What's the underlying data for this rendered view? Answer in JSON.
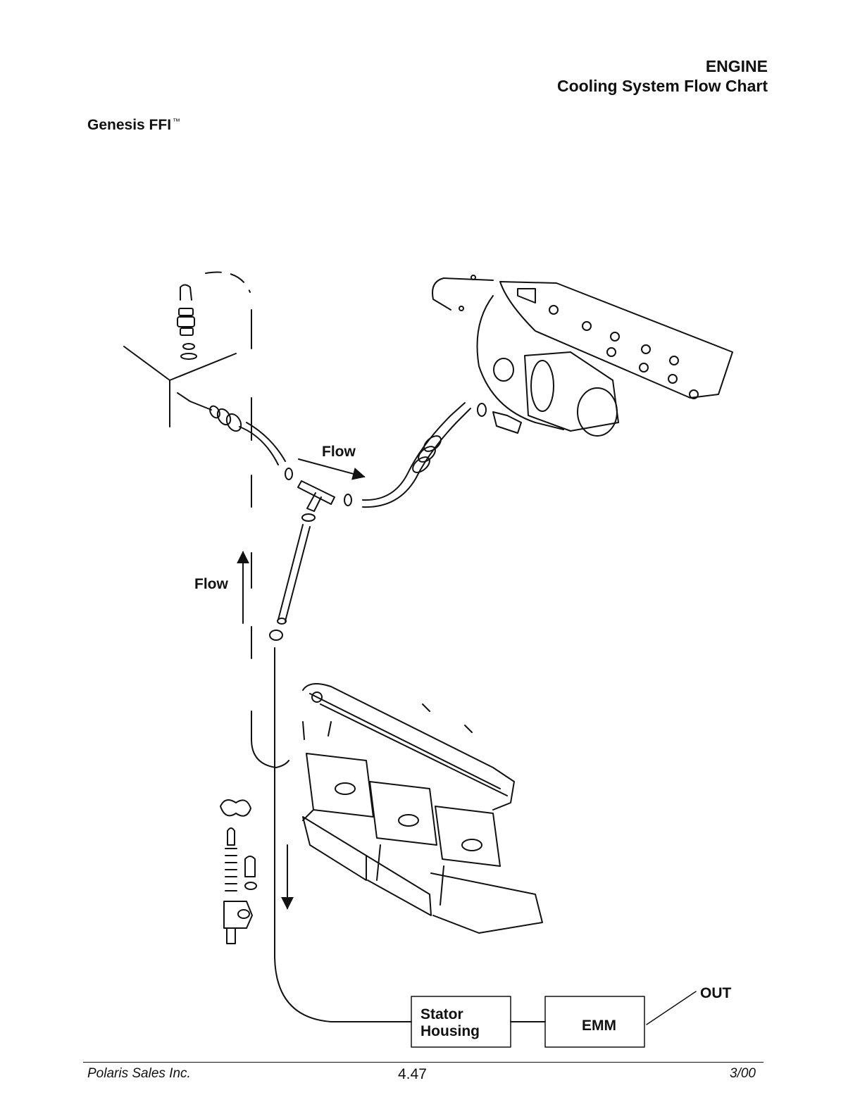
{
  "header": {
    "section": "ENGINE",
    "subtitle": "Cooling System Flow Chart"
  },
  "model": {
    "name": "Genesis FFI",
    "mark": "™"
  },
  "diagram": {
    "flow_label_top": "Flow",
    "flow_label_left": "Flow",
    "stator_line1": "Stator",
    "stator_line2": "Housing",
    "emm_label": "EMM",
    "out_label": "OUT"
  },
  "footer": {
    "company": "Polaris Sales Inc.",
    "page": "4.47",
    "date": "3/00"
  }
}
